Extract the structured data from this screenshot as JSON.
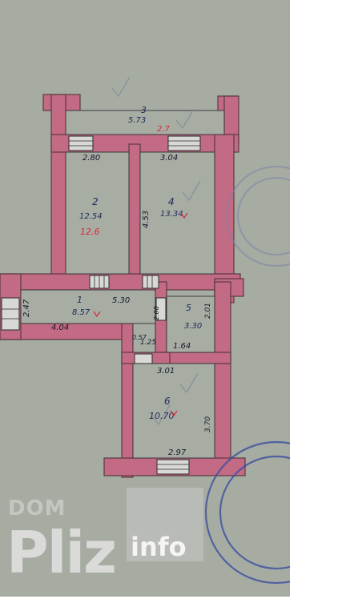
{
  "plan": {
    "rooms": [
      {
        "number": "3",
        "area": "5.73",
        "correction": "2.7"
      },
      {
        "number": "2",
        "area": "12.54",
        "correction": "12.6"
      },
      {
        "number": "4",
        "area": "13.34"
      },
      {
        "number": "1",
        "area": "8.57"
      },
      {
        "number": "5",
        "area": "3.30"
      },
      {
        "number": "6",
        "area": "10.70"
      }
    ],
    "dimensions": [
      "2.80",
      "3.04",
      "4.53",
      "5.30",
      "4.04",
      "2.47",
      "2.01",
      "1.64",
      "1.25",
      "0.57",
      "3.01",
      "3.70",
      "2.97",
      "2.08"
    ]
  },
  "watermark": {
    "prefix": "DOM",
    "main": "Pliz",
    "suffix": "info"
  },
  "colors": {
    "paper": "#a6aca2",
    "wall": "#c36a85",
    "wall_outline": "#5a3a40",
    "ink": "#1e2a5a",
    "red_ink": "#d42a3a",
    "stamp": "#3b4fa0"
  }
}
